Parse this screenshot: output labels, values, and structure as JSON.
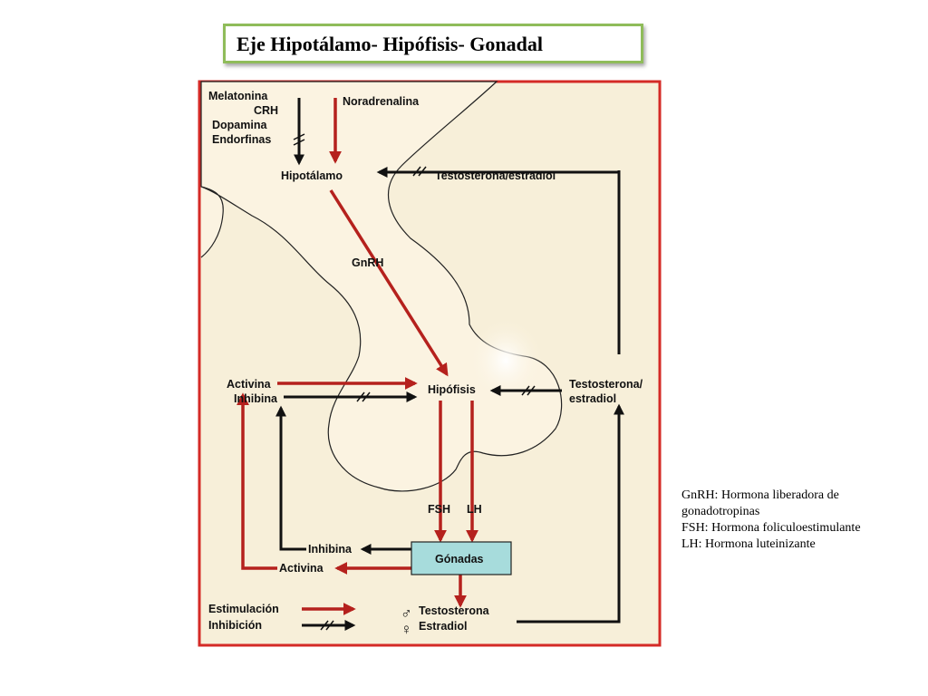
{
  "title": "Eje Hipotálamo- Hipófisis- Gonadal",
  "diagram": {
    "labels": {
      "melatonina": "Melatonina",
      "crh": "CRH",
      "dopamina": "Dopamina",
      "endorfinas": "Endorfinas",
      "noradrenalina": "Noradrenalina",
      "hipotalamo": "Hipotálamo",
      "testosterona_estradiol_top": "Testosterona/estradiol",
      "gnrh": "GnRH",
      "activina_left": "Activina",
      "inhibina_left": "Inhibina",
      "hipofisis": "Hipófisis",
      "testosterona_right_1": "Testosterona/",
      "testosterona_right_2": "estradiol",
      "fsh": "FSH",
      "lh": "LH",
      "gonadas": "Gónadas",
      "inhibina_bottom": "Inhibina",
      "activina_bottom": "Activina",
      "testosterona_bottom": "Testosterona",
      "estradiol_bottom": "Estradiol",
      "male_symbol": "♂",
      "female_symbol": "♀",
      "legend_stimulation": "Estimulación",
      "legend_inhibition": "Inhibición"
    },
    "colors": {
      "frame": "#d42a26",
      "background": "#f7efd9",
      "brain": "#fbf3e1",
      "stimulation": "#b5211d",
      "inhibition": "#111111",
      "gonadas_box": "#a7dcdc"
    }
  },
  "legend": {
    "lines": [
      "GnRH: Hormona liberadora de gonadotropinas",
      "FSH: Hormona foliculoestimulante",
      "LH: Hormona luteinizante"
    ]
  }
}
